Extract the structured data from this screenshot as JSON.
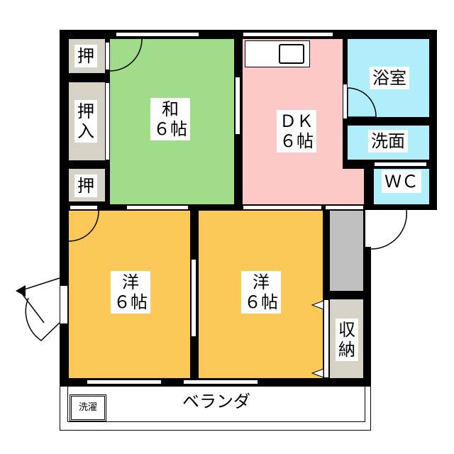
{
  "rooms": {
    "closet_top": "押",
    "closet_mid": "押\n入",
    "closet_bottom": "押",
    "washitsu": "和\n６帖",
    "dk": "ＤＫ\n６帖",
    "bath": "浴室",
    "washroom": "洗面",
    "wc": "ＷＣ",
    "western_left": "洋\n６帖",
    "western_right": "洋\n６帖",
    "storage": "収\n納",
    "laundry": "洗濯",
    "veranda": "ベランダ"
  },
  "colors": {
    "washitsu": "#a0dc8a",
    "dk": "#fcc8c8",
    "wet": "#b0eefc",
    "western": "#fcc858",
    "closet": "#d6d2c6",
    "gray": "#c0c0c0"
  }
}
